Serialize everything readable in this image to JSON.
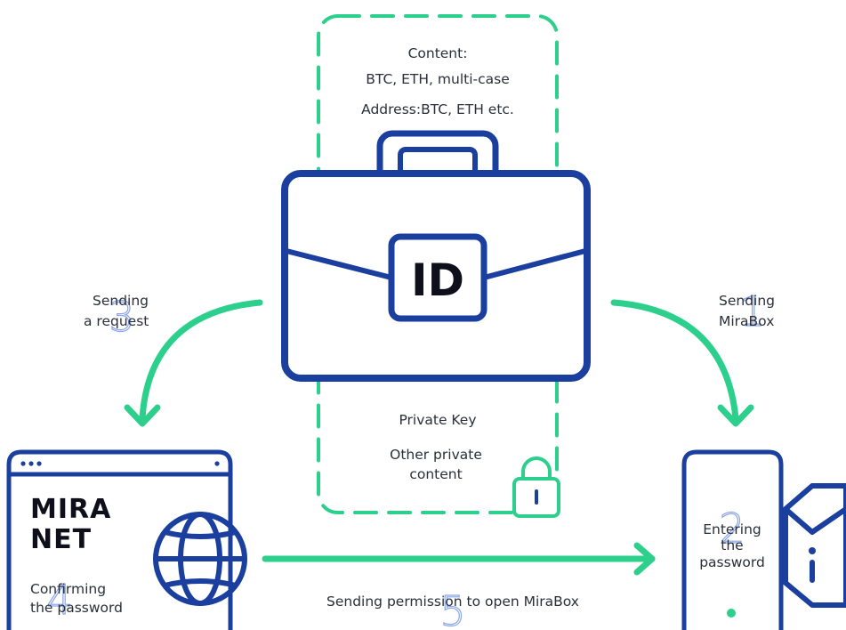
{
  "colors": {
    "navy": "#1b3f9e",
    "green": "#2ccf8c",
    "number_outline": "#8aa6e6",
    "text": "#2b2f3a"
  },
  "icons": {
    "case": "briefcase-icon",
    "lock": "padlock-icon",
    "phone": "smartphone-icon",
    "box": "info-cube-icon",
    "globe": "globe-icon"
  },
  "vault": {
    "content_line1": "Content:",
    "content_line2": "BTC, ETH, multi-case",
    "address": "Address:BTC, ETH etc.",
    "private_key": "Private Key",
    "other_line1": "Other private",
    "other_line2": "content"
  },
  "briefcase": {
    "badge": "ID"
  },
  "browser": {
    "brand_line1": "MIRA",
    "brand_line2": "NET"
  },
  "steps": [
    {
      "number": "1",
      "lines": [
        "Sending",
        "MiraBox"
      ]
    },
    {
      "number": "2",
      "lines": [
        "Entering",
        "the",
        "password"
      ]
    },
    {
      "number": "3",
      "lines": [
        "Sending",
        "a request"
      ]
    },
    {
      "number": "4",
      "lines": [
        "Confirming",
        "the password"
      ]
    },
    {
      "number": "5",
      "lines": [
        "Sending permission to open MiraBox"
      ]
    }
  ]
}
